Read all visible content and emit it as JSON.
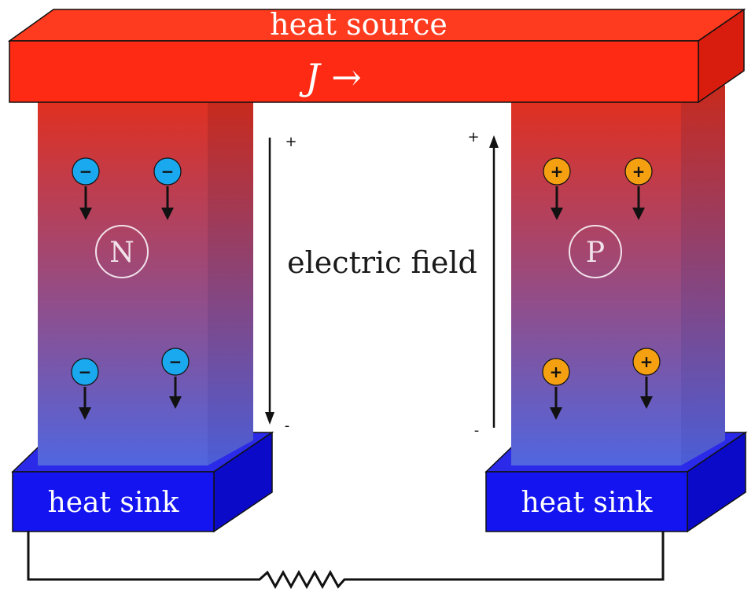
{
  "colors": {
    "source_front": "#ff2a14",
    "source_top": "#ff3b1f",
    "source_side": "#d81c0e",
    "sink_front": "#1414f0",
    "sink_top": "#2a2ae8",
    "sink_side": "#0a0ac8",
    "leg_top": "#e03020",
    "leg_bottom": "#5066e0",
    "electron": "#1aa8ee",
    "hole": "#f5a011"
  },
  "labels": {
    "heat_source": "heat source",
    "current": "J →",
    "electric_field": "electric field",
    "sink_left": "heat sink",
    "sink_right": "heat sink",
    "n_type": "N",
    "p_type": "P",
    "left_plus": "+",
    "left_minus": "-",
    "right_plus": "+",
    "right_minus": "-",
    "electron_sign": "−",
    "hole_sign": "+"
  },
  "carriers": {
    "electron_count": 4,
    "hole_count": 4
  }
}
